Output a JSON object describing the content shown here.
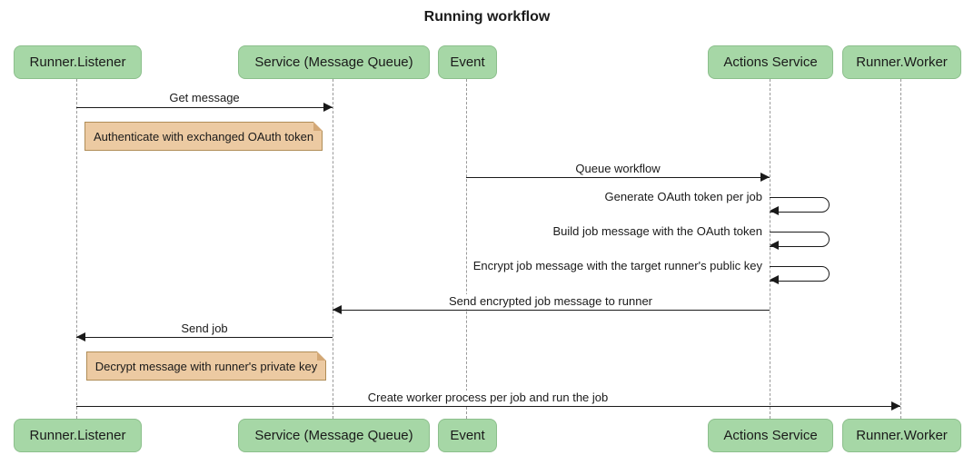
{
  "title": "Running workflow",
  "participants": [
    {
      "label": "Runner.Listener"
    },
    {
      "label": "Service (Message Queue)"
    },
    {
      "label": "Event"
    },
    {
      "label": "Actions Service"
    },
    {
      "label": "Runner.Worker"
    }
  ],
  "messages": [
    {
      "text": "Get message",
      "from": "Runner.Listener",
      "to": "Service (Message Queue)"
    },
    {
      "text": "Queue workflow",
      "from": "Event",
      "to": "Actions Service"
    },
    {
      "text": "Generate OAuth token per job",
      "from": "Actions Service",
      "to": "Actions Service"
    },
    {
      "text": "Build job message with the OAuth token",
      "from": "Actions Service",
      "to": "Actions Service"
    },
    {
      "text": "Encrypt job message with the target runner's public key",
      "from": "Actions Service",
      "to": "Actions Service"
    },
    {
      "text": "Send encrypted job message to runner",
      "from": "Actions Service",
      "to": "Service (Message Queue)"
    },
    {
      "text": "Send job",
      "from": "Service (Message Queue)",
      "to": "Runner.Listener"
    },
    {
      "text": "Create worker process per job and run the job",
      "from": "Runner.Listener",
      "to": "Runner.Worker"
    }
  ],
  "notes": [
    {
      "text": "Authenticate with exchanged OAuth token"
    },
    {
      "text": "Decrypt message with runner's private key"
    }
  ],
  "colors": {
    "actor_fill": "#a6d7a6",
    "actor_border": "#8cbf8c",
    "note_fill": "#eccaa2",
    "note_border": "#b08d57",
    "line": "#1a1a1a",
    "lifeline": "#999999"
  }
}
